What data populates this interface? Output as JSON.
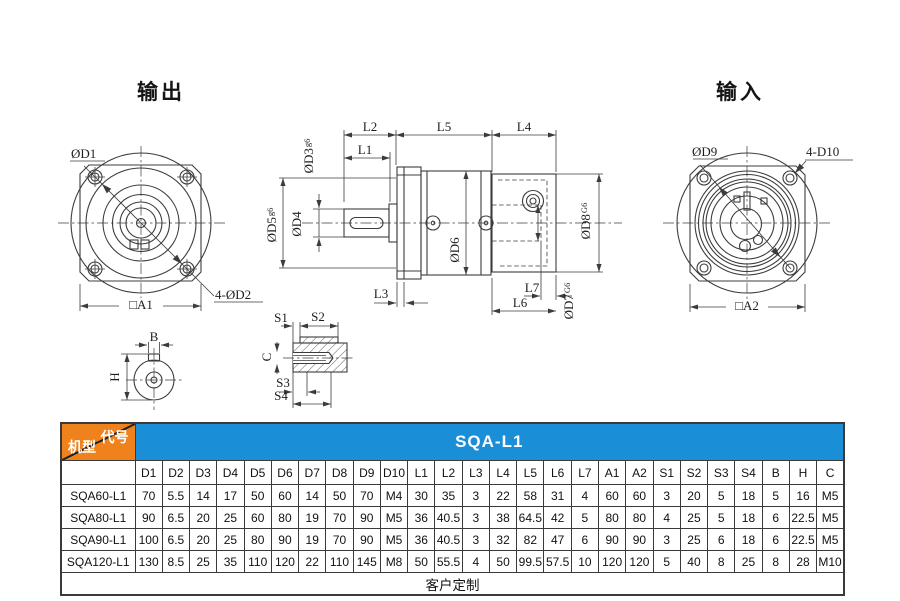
{
  "headings": {
    "output": "输出",
    "input": "输入"
  },
  "output_view": {
    "d1": "ØD1",
    "d2": "4-ØD2",
    "a1": "□A1"
  },
  "input_view": {
    "d9": "ØD9",
    "d10": "4-D10",
    "a2": "□A2"
  },
  "side_view": {
    "l1": "L1",
    "l2": "L2",
    "l3": "L3",
    "l4": "L4",
    "l5": "L5",
    "l6": "L6",
    "l7": "L7",
    "d3": "ØD3",
    "d3_tol": "g6",
    "d4": "ØD4",
    "d5": "ØD5",
    "d5_tol": "g6",
    "d6": "ØD6",
    "d7": "ØD7",
    "d7_tol": "G6",
    "d8": "ØD8",
    "d8_tol": "G6"
  },
  "shaft_section": {
    "b": "B",
    "h": "H"
  },
  "tap_detail": {
    "s1": "S1",
    "s2": "S2",
    "s3": "S3",
    "s4": "S4",
    "c": "C"
  },
  "table": {
    "corner": {
      "top": "代号",
      "bottom": "机型"
    },
    "series_title": "SQA-L1",
    "columns": [
      "D1",
      "D2",
      "D3",
      "D4",
      "D5",
      "D6",
      "D7",
      "D8",
      "D9",
      "D10",
      "L1",
      "L2",
      "L3",
      "L4",
      "L5",
      "L6",
      "L7",
      "A1",
      "A2",
      "S1",
      "S2",
      "S3",
      "S4",
      "B",
      "H",
      "C"
    ],
    "rows": [
      {
        "model": "SQA60-L1",
        "values": [
          "70",
          "5.5",
          "14",
          "17",
          "50",
          "60",
          "14",
          "50",
          "70",
          "M4",
          "30",
          "35",
          "3",
          "22",
          "58",
          "31",
          "4",
          "60",
          "60",
          "3",
          "20",
          "5",
          "18",
          "5",
          "16",
          "M5"
        ]
      },
      {
        "model": "SQA80-L1",
        "values": [
          "90",
          "6.5",
          "20",
          "25",
          "60",
          "80",
          "19",
          "70",
          "90",
          "M5",
          "36",
          "40.5",
          "3",
          "38",
          "64.5",
          "42",
          "5",
          "80",
          "80",
          "4",
          "25",
          "5",
          "18",
          "6",
          "22.5",
          "M5"
        ]
      },
      {
        "model": "SQA90-L1",
        "values": [
          "100",
          "6.5",
          "20",
          "25",
          "80",
          "90",
          "19",
          "70",
          "90",
          "M5",
          "36",
          "40.5",
          "3",
          "32",
          "82",
          "47",
          "6",
          "90",
          "90",
          "3",
          "25",
          "6",
          "18",
          "6",
          "22.5",
          "M5"
        ]
      },
      {
        "model": "SQA120-L1",
        "values": [
          "130",
          "8.5",
          "25",
          "35",
          "110",
          "120",
          "22",
          "110",
          "145",
          "M8",
          "50",
          "55.5",
          "4",
          "50",
          "99.5",
          "57.5",
          "10",
          "120",
          "120",
          "5",
          "40",
          "8",
          "25",
          "8",
          "28",
          "M10"
        ]
      }
    ],
    "footer": "客户定制"
  },
  "colors": {
    "header_blue": "#1a8ed7",
    "corner_orange": "#ef821d",
    "line": "#3c3c3c"
  }
}
